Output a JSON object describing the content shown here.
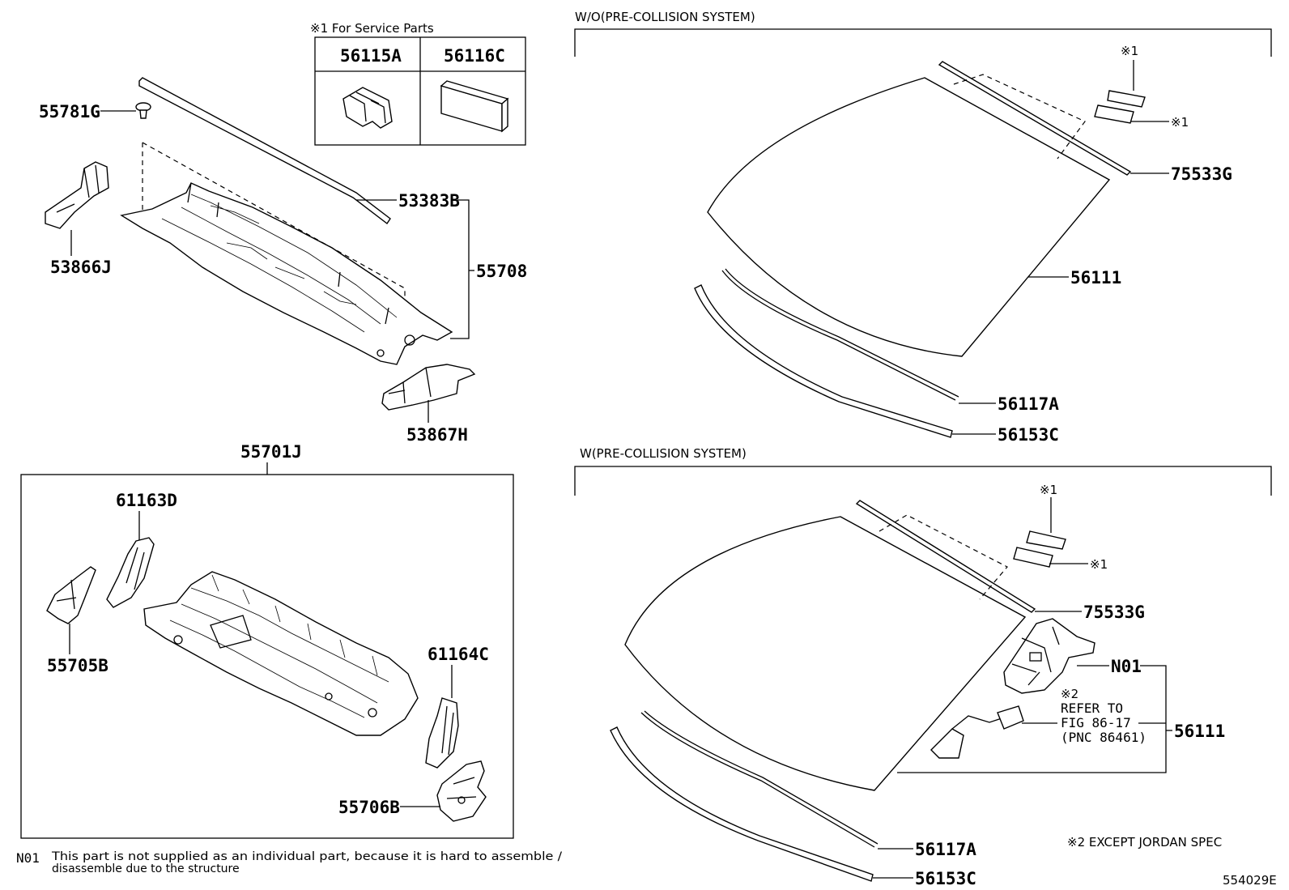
{
  "service_parts": {
    "header": "※1 For Service Parts",
    "columns": [
      "56115A",
      "56116C"
    ]
  },
  "sections": {
    "wo": "W/O(PRE-COLLISION SYSTEM)",
    "w": "W(PRE-COLLISION SYSTEM)"
  },
  "parts": {
    "p55781G": "55781G",
    "p53383B": "53383B",
    "p53866J": "53866J",
    "p55708": "55708",
    "p53867H": "53867H",
    "p55701J": "55701J",
    "p61163D": "61163D",
    "p55705B": "55705B",
    "p61164C": "61164C",
    "p55706B": "55706B",
    "top": {
      "p75533G": "75533G",
      "p56111": "56111",
      "p56117A": "56117A",
      "p56153C": "56153C",
      "m1a": "※1",
      "m1b": "※1"
    },
    "bottom": {
      "p75533G": "75533G",
      "pN01": "N01",
      "p56111": "56111",
      "p56117A": "56117A",
      "p56153C": "56153C",
      "m1a": "※1",
      "m1b": "※1",
      "m2": "※2",
      "refer1": "REFER TO",
      "refer2": "FIG 86-17",
      "refer3": "(PNC 86461)"
    }
  },
  "footnotes": {
    "n01_code": "N01",
    "n01_line1": "This part is not supplied as an individual part, because it is hard to assemble /",
    "n01_line2": "disassemble due to the structure",
    "except": "※2 EXCEPT JORDAN SPEC",
    "figure_id": "554029E"
  }
}
